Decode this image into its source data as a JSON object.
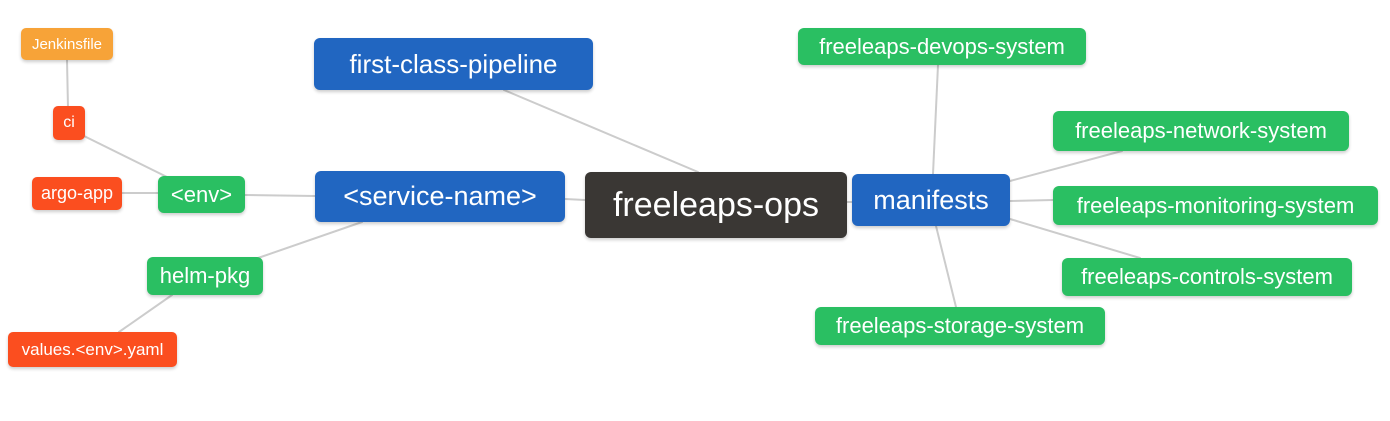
{
  "diagram": {
    "type": "mindmap",
    "root": "freeleaps-ops",
    "colors": {
      "orange": "#f7a338",
      "red": "#fb4e1f",
      "green": "#2abf62",
      "blue": "#2166c1",
      "dark": "#3a3734",
      "edge": "#cccccc",
      "node_text": "#ffffff",
      "background": "#ffffff"
    },
    "nodes": {
      "jenkinsfile": {
        "label": "Jenkinsfile",
        "color": "orange"
      },
      "ci": {
        "label": "ci",
        "color": "red"
      },
      "argo_app": {
        "label": "argo-app",
        "color": "red"
      },
      "env": {
        "label": "<env>",
        "color": "green"
      },
      "first_class_pipeline": {
        "label": "first-class-pipeline",
        "color": "blue"
      },
      "service_name": {
        "label": "<service-name>",
        "color": "blue"
      },
      "freeleaps_ops": {
        "label": "freeleaps-ops",
        "color": "dark"
      },
      "manifests": {
        "label": "manifests",
        "color": "blue"
      },
      "helm_pkg": {
        "label": "helm-pkg",
        "color": "green"
      },
      "values_env_yaml": {
        "label": "values.<env>.yaml",
        "color": "red"
      },
      "devops_system": {
        "label": "freeleaps-devops-system",
        "color": "green"
      },
      "network_system": {
        "label": "freeleaps-network-system",
        "color": "green"
      },
      "monitoring_system": {
        "label": "freeleaps-monitoring-system",
        "color": "green"
      },
      "controls_system": {
        "label": "freeleaps-controls-system",
        "color": "green"
      },
      "storage_system": {
        "label": "freeleaps-storage-system",
        "color": "green"
      }
    },
    "edges": [
      {
        "from": "jenkinsfile",
        "to": "ci"
      },
      {
        "from": "ci",
        "to": "env"
      },
      {
        "from": "argo_app",
        "to": "env"
      },
      {
        "from": "env",
        "to": "service_name"
      },
      {
        "from": "helm_pkg",
        "to": "service_name"
      },
      {
        "from": "values_env_yaml",
        "to": "helm_pkg"
      },
      {
        "from": "first_class_pipeline",
        "to": "freeleaps_ops"
      },
      {
        "from": "service_name",
        "to": "freeleaps_ops"
      },
      {
        "from": "freeleaps_ops",
        "to": "manifests"
      },
      {
        "from": "manifests",
        "to": "devops_system"
      },
      {
        "from": "manifests",
        "to": "network_system"
      },
      {
        "from": "manifests",
        "to": "monitoring_system"
      },
      {
        "from": "manifests",
        "to": "controls_system"
      },
      {
        "from": "manifests",
        "to": "storage_system"
      }
    ]
  }
}
